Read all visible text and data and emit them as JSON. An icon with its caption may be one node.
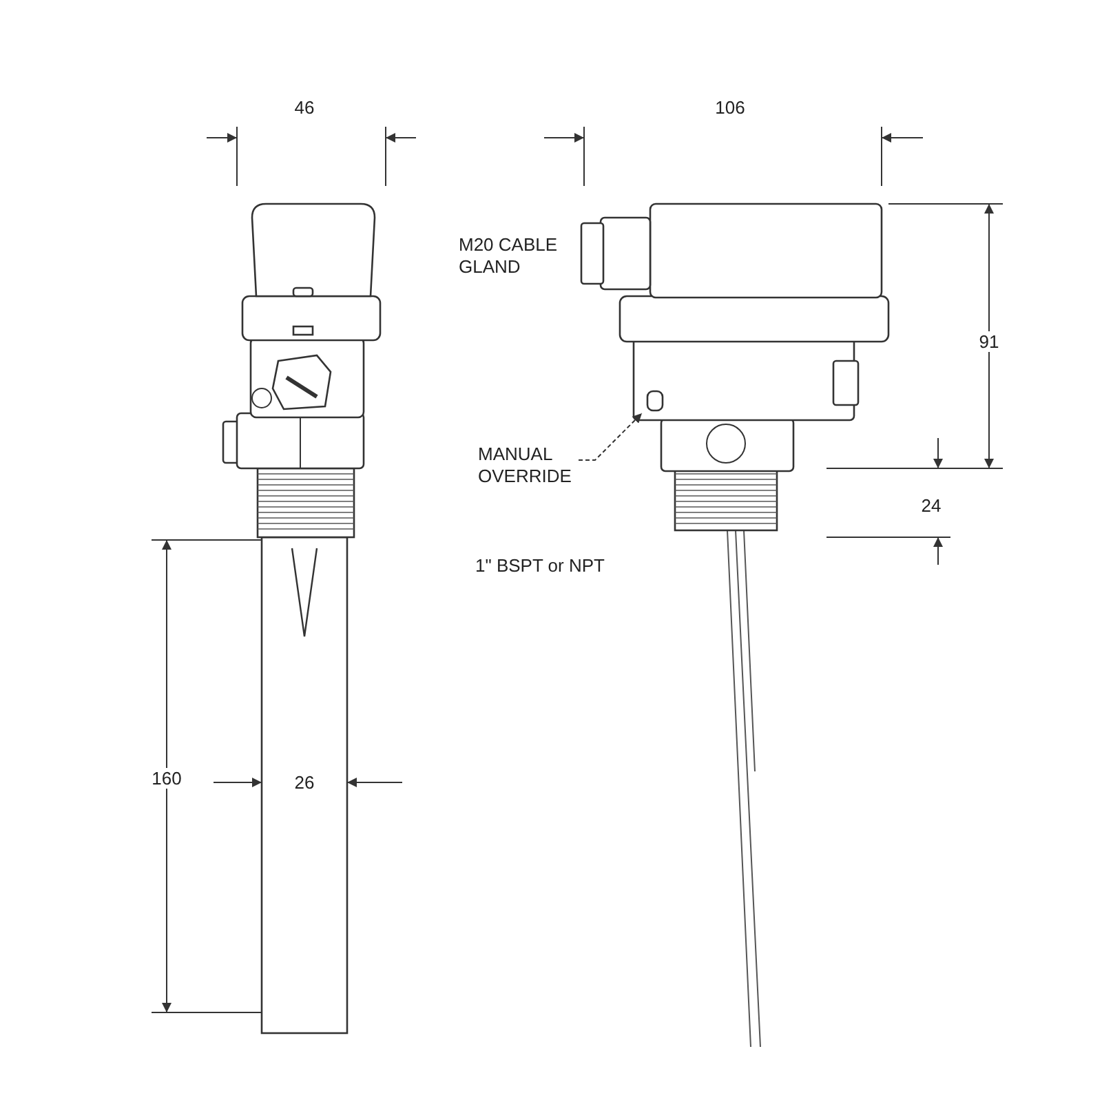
{
  "diagram": {
    "nodes": [
      {
        "text": [
          "MANUAL OVERRIDE"
        ]
      },
      {
        "text": [],
        "shape": "box"
      }
    ],
    "edges": [
      {
        "from": 0,
        "to": 1,
        "arrow": "to",
        "style": "dashed"
      }
    ],
    "labels": [
      "46",
      "106",
      "M20 CABLE GLAND",
      "91",
      "24",
      "1\" BSPT or NPT",
      "160",
      "26"
    ]
  }
}
